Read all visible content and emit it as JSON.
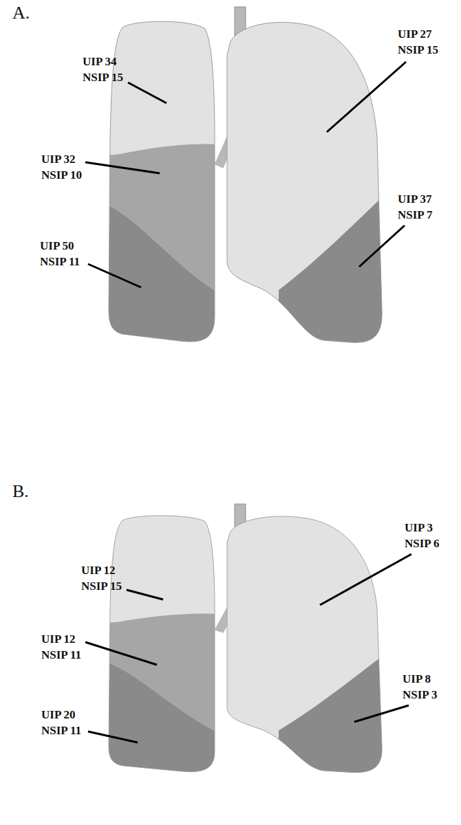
{
  "diagram": {
    "labels": [
      "A.",
      "UIP 34",
      "NSIP 15",
      "UIP 32",
      "NSIP 10",
      "UIP 50",
      "NSIP 11",
      "UIP 27",
      "NSIP 15",
      "UIP 37",
      "NSIP 7",
      "B.",
      "UIP 12",
      "NSIP 15",
      "UIP 12",
      "NSIP 11",
      "UIP 20",
      "NSIP 11",
      "UIP 3",
      "NSIP 6",
      "UIP 8",
      "NSIP 3"
    ]
  }
}
